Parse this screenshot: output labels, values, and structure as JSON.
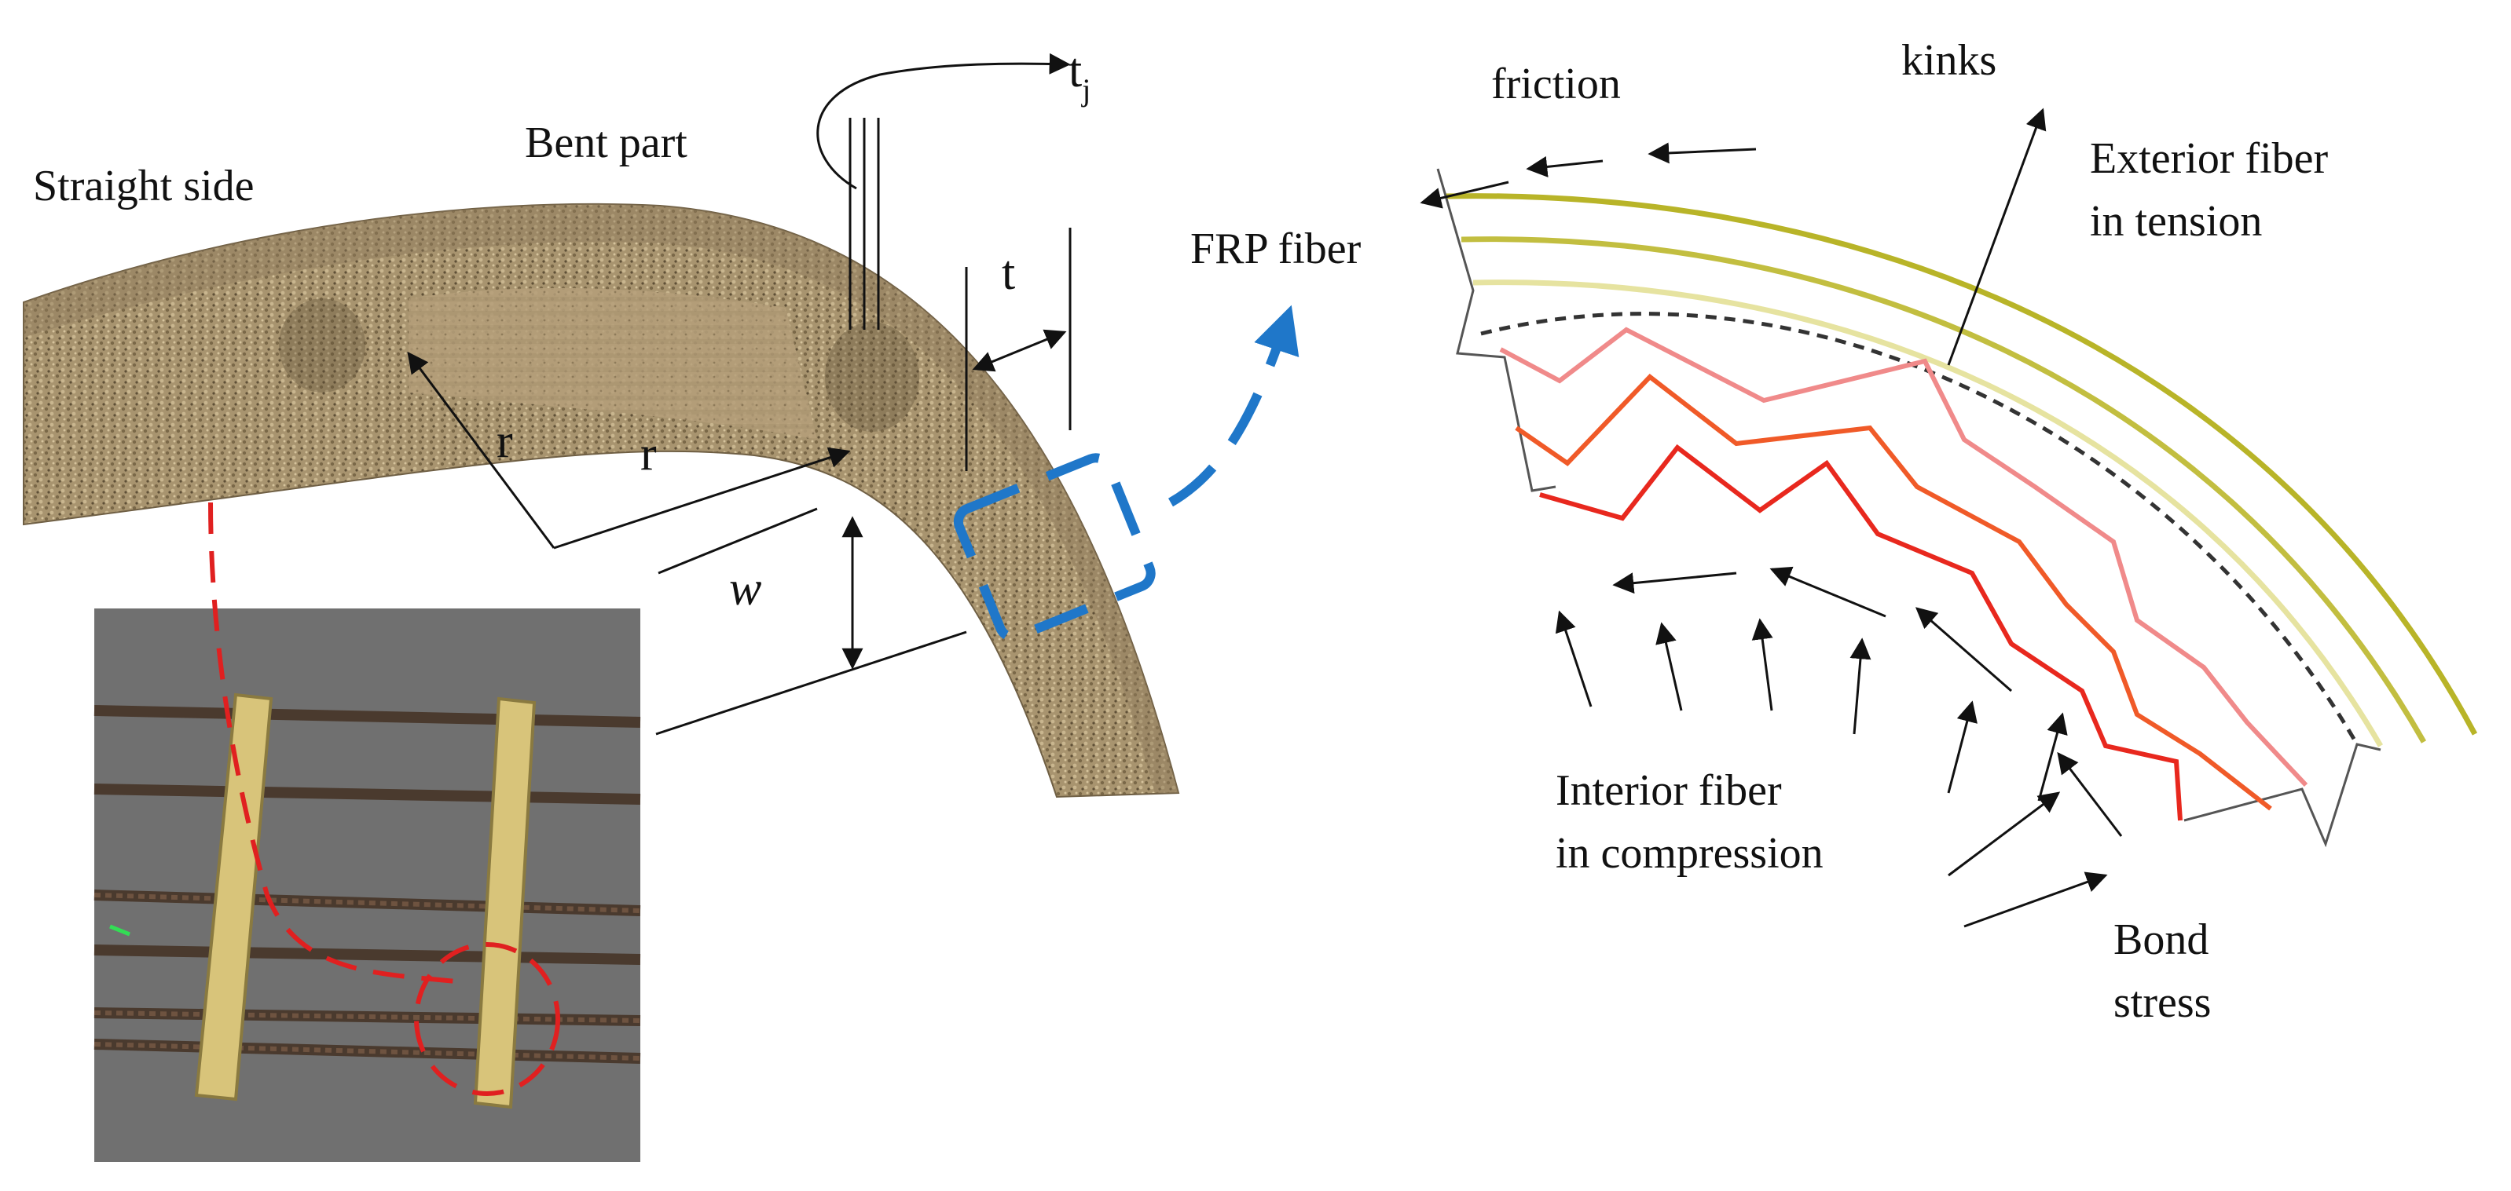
{
  "labels": {
    "straight_side": "Straight  side",
    "bent_part": "Bent part",
    "tj_main": "t",
    "tj_sub": "j",
    "t": "t",
    "r_left": "r",
    "r_right": "r",
    "w": "w",
    "frp_fiber": "FRP fiber",
    "friction": "friction",
    "kinks": "kinks",
    "exterior_line1": "Exterior fiber",
    "exterior_line2": "in tension",
    "interior_line1": "Interior fiber",
    "interior_line2": "in compression",
    "bond_line1": "Bond",
    "bond_line2": "stress"
  },
  "colors": {
    "bar_texture": "#9c8a6a",
    "bar_texture_light": "#c2b08c",
    "bar_texture_dark": "#6f5f44",
    "highlight_blue": "#1f77c9",
    "photo_marker_red": "#e02020",
    "exterior_fiber_dark": "#b8b428",
    "exterior_fiber_mid": "#cfcb5a",
    "exterior_fiber_light": "#e6e3a0",
    "kink_pink": "#f08a8a",
    "kink_orange": "#f05a28",
    "kink_red": "#e8281e",
    "neutral_axis": "#333333",
    "photo_background": "#6b6b6b",
    "stirrup_yellow": "#d8c47a"
  }
}
